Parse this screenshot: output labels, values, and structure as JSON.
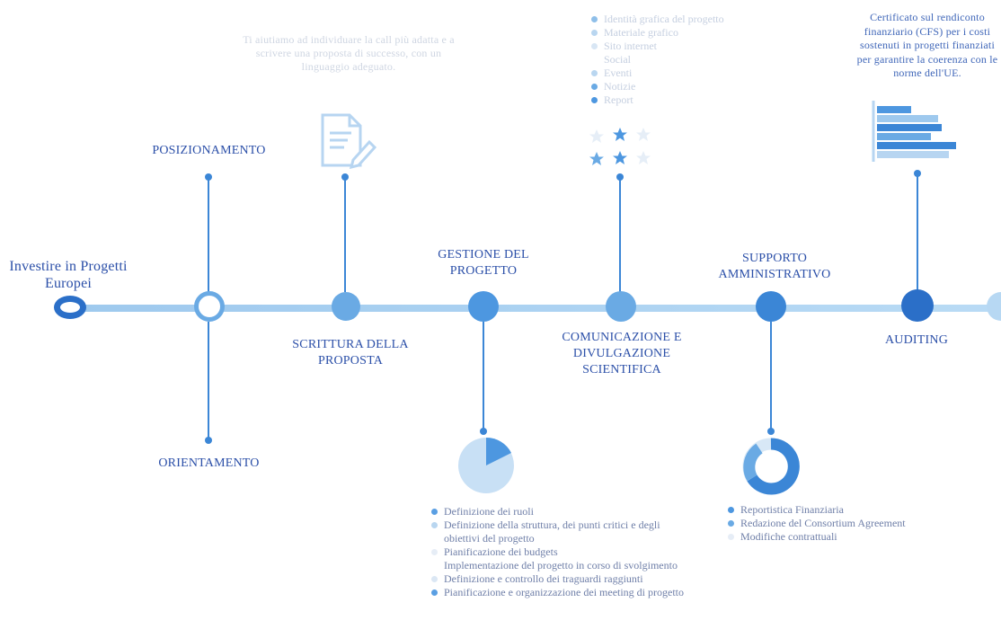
{
  "start": {
    "label": "Investire in Progetti Europei"
  },
  "stages": {
    "posizionamento": "POSIZIONAMENTO",
    "orientamento": "ORIENTAMENTO",
    "scrittura": "SCRITTURA DELLA PROPOSTA",
    "gestione": "GESTIONE DEL PROGETTO",
    "comunicazione": "COMUNICAZIONE E DIVULGAZIONE SCIENTIFICA",
    "supporto": "SUPPORTO AMMINISTRATIVO",
    "auditing": "AUDITING"
  },
  "scrittura_note": "Ti aiutiamo ad individuare la call più adatta e a scrivere una proposta di successo, con un linguaggio adeguato.",
  "comunicazione_items": [
    {
      "label": "Identità grafica del progetto",
      "color": "#8fbfe9"
    },
    {
      "label": "Materiale grafico",
      "color": "#b9d6f0"
    },
    {
      "label": "Sito internet",
      "color": "#d8e6f4"
    },
    {
      "label": "Social",
      "color": "#ffffff"
    },
    {
      "label": "Eventi",
      "color": "#b9d6f0"
    },
    {
      "label": "Notizie",
      "color": "#6aaae4"
    },
    {
      "label": "Report",
      "color": "#4d97e0"
    }
  ],
  "auditing_note": "Certificato sul rendiconto finanziario (CFS) per i costi sostenuti in progetti finanziati per garantire la coerenza con le norme dell'UE.",
  "gestione_items": [
    {
      "label": "Definizione dei ruoli",
      "color": "#5a9fe3"
    },
    {
      "label": "Definizione della struttura, dei punti critici e degli obiettivi del progetto",
      "color": "#b9d6f0"
    },
    {
      "label": "Pianificazione dei budgets",
      "color": "#e6edf6"
    },
    {
      "label": "Implementazione del progetto in corso di svolgimento",
      "color": "#ffffff"
    },
    {
      "label": "Definizione e controllo dei traguardi raggiunti",
      "color": "#dbe7f4"
    },
    {
      "label": "Pianificazione e organizzazione dei meeting di progetto",
      "color": "#5a9fe3"
    }
  ],
  "supporto_items": [
    {
      "label": "Reportistica Finanziaria",
      "color": "#4d97e0"
    },
    {
      "label": "Redazione del Consortium Agreement",
      "color": "#6aaae4"
    },
    {
      "label": "Modifiche contrattuali",
      "color": "#e6edf6"
    }
  ],
  "icons": {
    "scrittura": "document-pen-icon",
    "comunicazione": "star-rating-icon",
    "auditing": "bar-chart-icon",
    "gestione": "pie-chart-icon",
    "supporto": "donut-chart-icon"
  },
  "colors": {
    "primary": "#3b86d6",
    "dark": "#2b6fc8",
    "light": "#9ec9ee"
  }
}
